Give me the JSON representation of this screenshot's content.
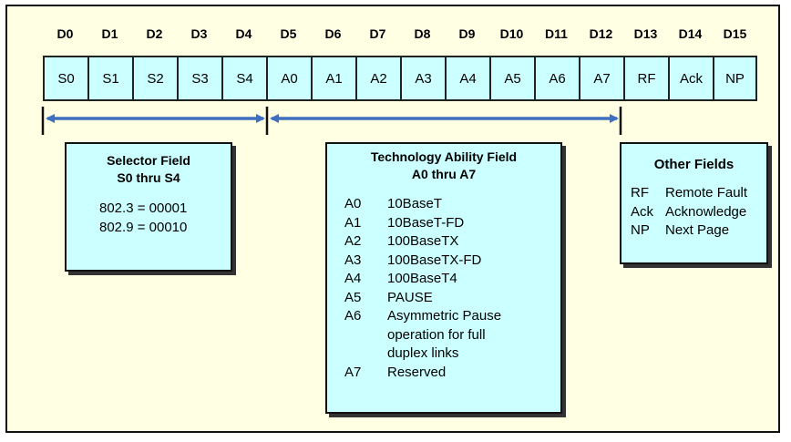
{
  "bit_headers": [
    "D0",
    "D1",
    "D2",
    "D3",
    "D4",
    "D5",
    "D6",
    "D7",
    "D8",
    "D9",
    "D10",
    "D11",
    "D12",
    "D13",
    "D14",
    "D15"
  ],
  "bit_fields": [
    "S0",
    "S1",
    "S2",
    "S3",
    "S4",
    "A0",
    "A1",
    "A2",
    "A3",
    "A4",
    "A5",
    "A6",
    "A7",
    "RF",
    "Ack",
    "NP"
  ],
  "selector": {
    "title1": "Selector Field",
    "title2": "S0 thru S4",
    "lines": [
      "802.3 = 00001",
      "802.9 = 00010"
    ]
  },
  "technology": {
    "title1": "Technology Ability Field",
    "title2": "A0 thru A7",
    "items": [
      {
        "code": "A0",
        "desc": "10BaseT"
      },
      {
        "code": "A1",
        "desc": "10BaseT-FD"
      },
      {
        "code": "A2",
        "desc": "100BaseTX"
      },
      {
        "code": "A3",
        "desc": "100BaseTX-FD"
      },
      {
        "code": "A4",
        "desc": "100BaseT4"
      },
      {
        "code": "A5",
        "desc": "PAUSE"
      },
      {
        "code": "A6",
        "desc": "Asymmetric Pause",
        "desc2": "operation for full",
        "desc3": "duplex links"
      },
      {
        "code": "A7",
        "desc": "Reserved"
      }
    ]
  },
  "other": {
    "title": "Other Fields",
    "items": [
      {
        "code": "RF",
        "desc": "Remote Fault"
      },
      {
        "code": "Ack",
        "desc": "Acknowledge"
      },
      {
        "code": "NP",
        "desc": "Next Page"
      }
    ]
  },
  "colors": {
    "background": "#ffffe3",
    "field_fill": "#ccffff",
    "arrow": "#3f6fbf"
  }
}
